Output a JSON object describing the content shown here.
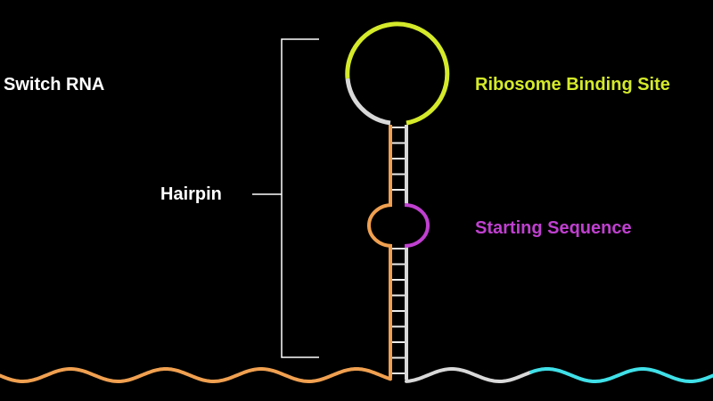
{
  "labels": {
    "switch_rna": "Switch RNA",
    "hairpin": "Hairpin",
    "rbs": "Ribosome Binding Site",
    "starting_sequence": "Starting Sequence"
  },
  "colors": {
    "background": "#000000",
    "switch_strand": "#f0a050",
    "rbs": "#d4ea2a",
    "starting_sequence": "#c040d0",
    "gray_strand": "#d8d8d8",
    "downstream": "#40e0e8",
    "text_white": "#ffffff"
  }
}
